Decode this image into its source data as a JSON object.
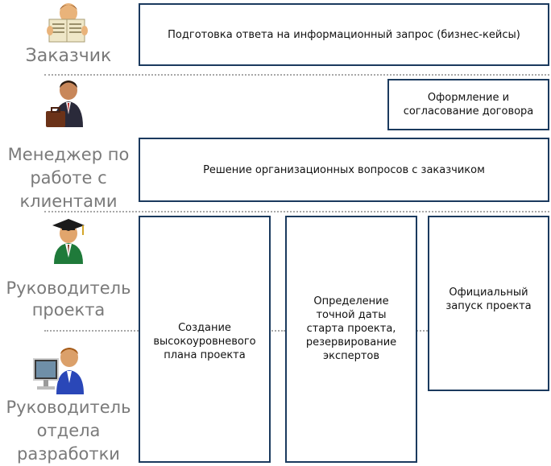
{
  "roles": [
    {
      "name": "customer",
      "label": "Заказчик",
      "icon": "reader-newspaper-icon"
    },
    {
      "name": "client-manager",
      "label": "Менеджер по\nработе с\nклиентами",
      "icon": "businessman-briefcase-icon"
    },
    {
      "name": "project-lead",
      "label": "Руководитель\nпроекта",
      "icon": "graduate-cap-icon"
    },
    {
      "name": "dev-lead",
      "label": "Руководитель\nотдела\nразработки",
      "icon": "computer-user-icon"
    }
  ],
  "tasks": {
    "prepare_response": "Подготовка ответа на информационный запрос (бизнес-кейсы)",
    "contract": "Оформление и\nсогласование договора",
    "org_issues": "Решение организационных вопросов  с заказчиком",
    "high_level_plan": "Создание\nвысокоуровневого\nплана проекта",
    "start_date": "Определение\nточной даты\nстарта проекта,\nрезервирование\nэкспертов",
    "official_launch": "Официальный\nзапуск проекта"
  },
  "colors": {
    "box_border": "#1b3a5e",
    "label_text": "#7a7a7a",
    "divider": "#a8a8a8"
  }
}
